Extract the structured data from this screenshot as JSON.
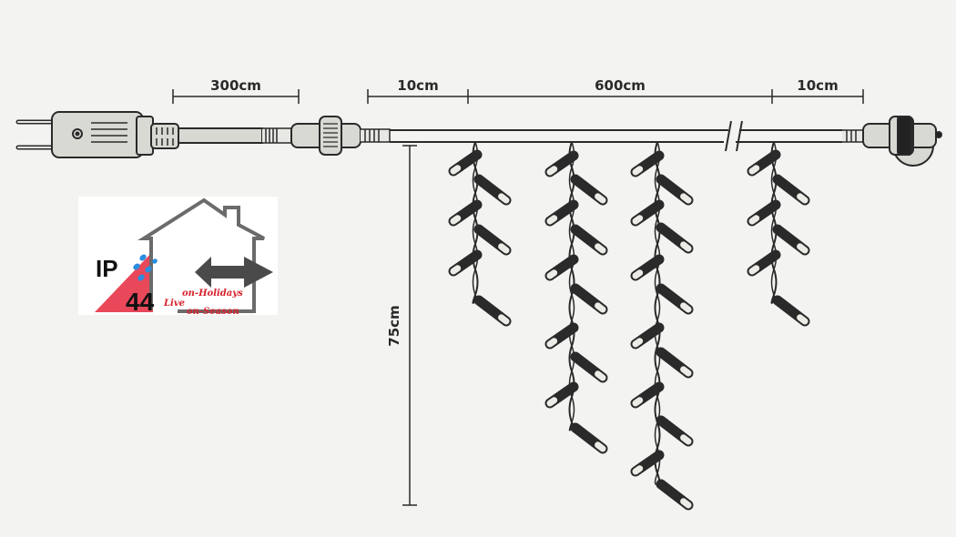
{
  "dimensions": {
    "lead_cable": "300cm",
    "start_gap": "10cm",
    "curtain_width": "600cm",
    "end_gap": "10cm",
    "drop_height": "75cm"
  },
  "logo": {
    "ip_label": "IP",
    "rating": "44",
    "live": "Live",
    "line1": "on-Holidays",
    "line2": "on-Season"
  },
  "colors": {
    "background": "#f3f3f1",
    "line": "#2a2a2a",
    "plug_fill": "#d9d9d4",
    "bulb": "#2b2b2b",
    "bulb_tip": "#ecebe6",
    "logo_red": "#e8485a",
    "logo_drop": "#2a8de0",
    "logo_arrow": "#4a4a4a"
  }
}
